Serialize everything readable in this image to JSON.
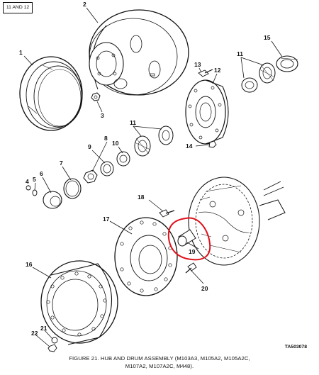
{
  "header": {
    "figure_ref": "11 AND 12"
  },
  "caption": {
    "line1": "FIGURE 21. HUB AND DRUM ASSEMBLY (M103A3, M105A2, M105A2C,",
    "line2": "M107A2,  M107A2C,  M448)."
  },
  "drawing_code": "TA503078",
  "highlight_color": "#e0101a",
  "callouts": [
    {
      "id": "1",
      "part": "tire-rim"
    },
    {
      "id": "2",
      "part": "wheel-disc"
    },
    {
      "id": "3",
      "part": "lug-nut"
    },
    {
      "id": "4",
      "part": "screw"
    },
    {
      "id": "5",
      "part": "lockwasher"
    },
    {
      "id": "6",
      "part": "hub-cap"
    },
    {
      "id": "7",
      "part": "gasket"
    },
    {
      "id": "8",
      "part": "nut"
    },
    {
      "id": "9",
      "part": "key-washer"
    },
    {
      "id": "10",
      "part": "nut"
    },
    {
      "id": "11",
      "part": "bearing-cone",
      "instances": 2
    },
    {
      "id": "12",
      "part": "hub"
    },
    {
      "id": "13",
      "part": "stud"
    },
    {
      "id": "14",
      "part": "nut"
    },
    {
      "id": "15",
      "part": "bearing-cup"
    },
    {
      "id": "16",
      "part": "brake-drum"
    },
    {
      "id": "17",
      "part": "hub-flange"
    },
    {
      "id": "18",
      "part": "stud"
    },
    {
      "id": "19",
      "part": "sleeve",
      "highlighted": true
    },
    {
      "id": "20",
      "part": "stud"
    },
    {
      "id": "21",
      "part": "washer"
    },
    {
      "id": "22",
      "part": "nut"
    }
  ]
}
